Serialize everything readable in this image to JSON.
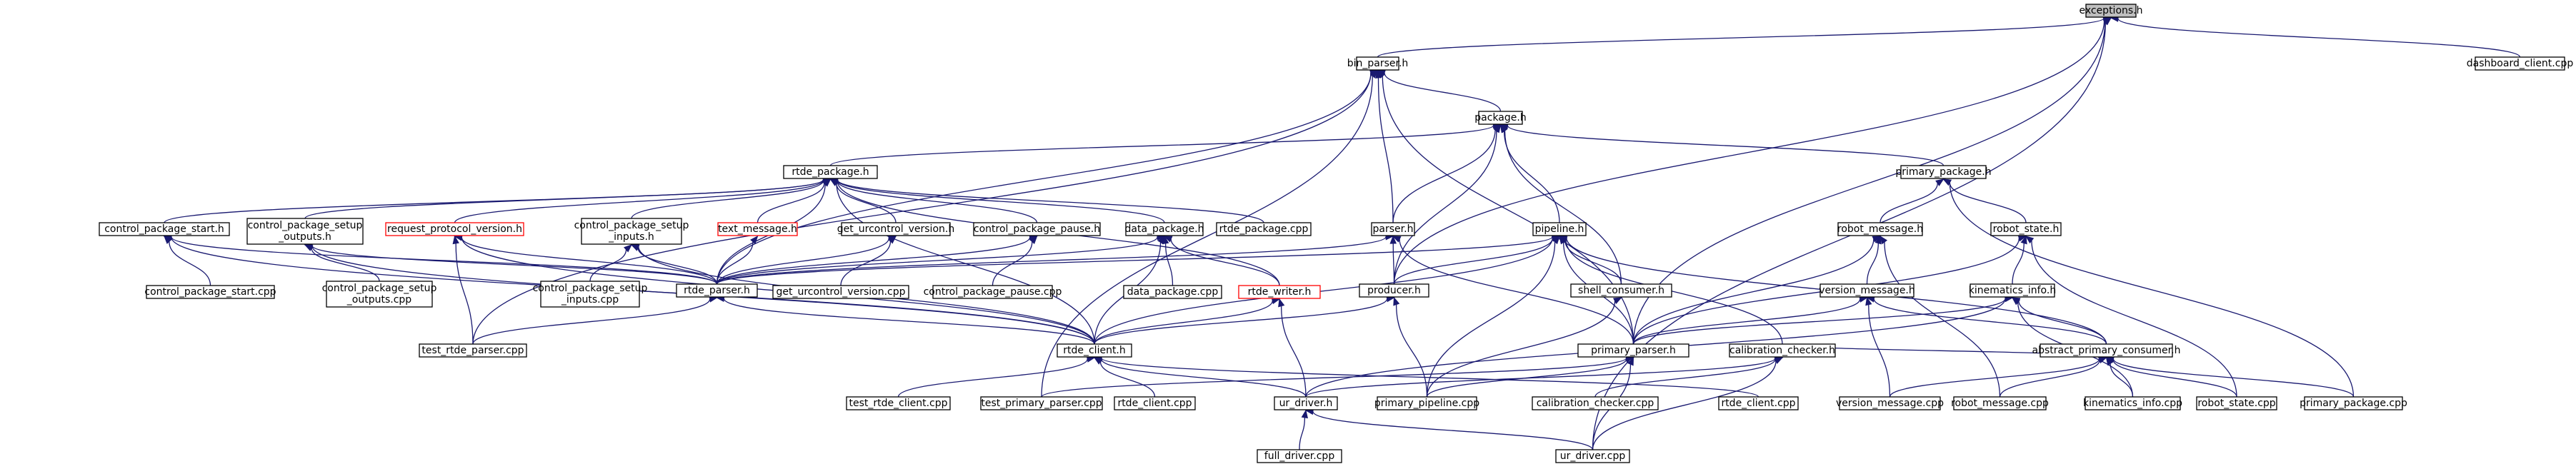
{
  "nodes": {
    "exceptions_h": {
      "lines": [
        "exceptions.h"
      ],
      "root": true
    },
    "bin_parser_h": {
      "lines": [
        "bin_parser.h"
      ]
    },
    "dashboard_client_cpp": {
      "lines": [
        "dashboard_client.cpp"
      ]
    },
    "package_h": {
      "lines": [
        "package.h"
      ]
    },
    "rtde_package_h": {
      "lines": [
        "rtde_package.h"
      ]
    },
    "primary_package_h": {
      "lines": [
        "primary_package.h"
      ]
    },
    "control_package_start_h": {
      "lines": [
        "control_package_start.h"
      ]
    },
    "control_package_setup_outputs_h": {
      "lines": [
        "control_package_setup",
        "_outputs.h"
      ]
    },
    "request_protocol_version_h": {
      "lines": [
        "request_protocol_version.h"
      ],
      "red": true
    },
    "control_package_setup_inputs_h": {
      "lines": [
        "control_package_setup",
        "_inputs.h"
      ]
    },
    "text_message_h": {
      "lines": [
        "text_message.h"
      ],
      "red": true
    },
    "get_urcontrol_version_h": {
      "lines": [
        "get_urcontrol_version.h"
      ]
    },
    "control_package_pause_h": {
      "lines": [
        "control_package_pause.h"
      ]
    },
    "data_package_h": {
      "lines": [
        "data_package.h"
      ]
    },
    "rtde_package_cpp": {
      "lines": [
        "rtde_package.cpp"
      ]
    },
    "parser_h": {
      "lines": [
        "parser.h"
      ]
    },
    "pipeline_h": {
      "lines": [
        "pipeline.h"
      ]
    },
    "robot_message_h": {
      "lines": [
        "robot_message.h"
      ]
    },
    "robot_state_h": {
      "lines": [
        "robot_state.h"
      ]
    },
    "control_package_start_cpp": {
      "lines": [
        "control_package_start.cpp"
      ]
    },
    "control_package_setup_outputs_cpp": {
      "lines": [
        "control_package_setup",
        "_outputs.cpp"
      ]
    },
    "control_package_setup_inputs_cpp": {
      "lines": [
        "control_package_setup",
        "_inputs.cpp"
      ]
    },
    "rtde_parser_h": {
      "lines": [
        "rtde_parser.h"
      ]
    },
    "get_urcontrol_version_cpp": {
      "lines": [
        "get_urcontrol_version.cpp"
      ]
    },
    "control_package_pause_cpp": {
      "lines": [
        "control_package_pause.cpp"
      ]
    },
    "data_package_cpp": {
      "lines": [
        "data_package.cpp"
      ]
    },
    "rtde_writer_h": {
      "lines": [
        "rtde_writer.h"
      ],
      "red": true
    },
    "producer_h": {
      "lines": [
        "producer.h"
      ]
    },
    "shell_consumer_h": {
      "lines": [
        "shell_consumer.h"
      ]
    },
    "version_message_h": {
      "lines": [
        "version_message.h"
      ]
    },
    "kinematics_info_h": {
      "lines": [
        "kinematics_info.h"
      ]
    },
    "test_rtde_parser_cpp": {
      "lines": [
        "test_rtde_parser.cpp"
      ]
    },
    "rtde_client_h": {
      "lines": [
        "rtde_client.h"
      ]
    },
    "primary_parser_h": {
      "lines": [
        "primary_parser.h"
      ]
    },
    "calibration_checker_h": {
      "lines": [
        "calibration_checker.h"
      ]
    },
    "abstract_primary_consumer_h": {
      "lines": [
        "abstract_primary_consumer.h"
      ]
    },
    "test_rtde_client_cpp": {
      "lines": [
        "test_rtde_client.cpp"
      ]
    },
    "test_primary_parser_cpp": {
      "lines": [
        "test_primary_parser.cpp"
      ]
    },
    "rtde_client_cpp_a": {
      "lines": [
        "rtde_client.cpp"
      ]
    },
    "ur_driver_h": {
      "lines": [
        "ur_driver.h"
      ]
    },
    "primary_pipeline_cpp": {
      "lines": [
        "primary_pipeline.cpp"
      ]
    },
    "calibration_checker_cpp": {
      "lines": [
        "calibration_checker.cpp"
      ]
    },
    "rtde_client_cpp_b": {
      "lines": [
        "rtde_client.cpp"
      ]
    },
    "version_message_cpp": {
      "lines": [
        "version_message.cpp"
      ]
    },
    "robot_message_cpp": {
      "lines": [
        "robot_message.cpp"
      ]
    },
    "kinematics_info_cpp": {
      "lines": [
        "kinematics_info.cpp"
      ]
    },
    "robot_state_cpp": {
      "lines": [
        "robot_state.cpp"
      ]
    },
    "primary_package_cpp": {
      "lines": [
        "primary_package.cpp"
      ]
    },
    "full_driver_cpp": {
      "lines": [
        "full_driver.cpp"
      ]
    },
    "ur_driver_cpp": {
      "lines": [
        "ur_driver.cpp"
      ]
    }
  },
  "edges": [
    [
      "bin_parser_h",
      "exceptions_h"
    ],
    [
      "dashboard_client_cpp",
      "exceptions_h"
    ],
    [
      "producer_h",
      "exceptions_h"
    ],
    [
      "primary_parser_h",
      "exceptions_h"
    ],
    [
      "ur_driver_cpp",
      "exceptions_h"
    ],
    [
      "package_h",
      "bin_parser_h"
    ],
    [
      "parser_h",
      "bin_parser_h"
    ],
    [
      "rtde_parser_h",
      "bin_parser_h"
    ],
    [
      "primary_parser_h",
      "bin_parser_h"
    ],
    [
      "test_rtde_parser_cpp",
      "bin_parser_h"
    ],
    [
      "test_primary_parser_cpp",
      "bin_parser_h"
    ],
    [
      "rtde_package_h",
      "package_h"
    ],
    [
      "primary_package_h",
      "package_h"
    ],
    [
      "parser_h",
      "package_h"
    ],
    [
      "pipeline_h",
      "package_h"
    ],
    [
      "producer_h",
      "package_h"
    ],
    [
      "shell_consumer_h",
      "package_h"
    ],
    [
      "control_package_start_h",
      "rtde_package_h"
    ],
    [
      "control_package_setup_outputs_h",
      "rtde_package_h"
    ],
    [
      "request_protocol_version_h",
      "rtde_package_h"
    ],
    [
      "control_package_setup_inputs_h",
      "rtde_package_h"
    ],
    [
      "text_message_h",
      "rtde_package_h"
    ],
    [
      "get_urcontrol_version_h",
      "rtde_package_h"
    ],
    [
      "control_package_pause_h",
      "rtde_package_h"
    ],
    [
      "data_package_h",
      "rtde_package_h"
    ],
    [
      "rtde_package_cpp",
      "rtde_package_h"
    ],
    [
      "rtde_parser_h",
      "rtde_package_h"
    ],
    [
      "rtde_writer_h",
      "rtde_package_h"
    ],
    [
      "rtde_client_h",
      "rtde_package_h"
    ],
    [
      "robot_message_h",
      "primary_package_h"
    ],
    [
      "robot_state_h",
      "primary_package_h"
    ],
    [
      "primary_package_cpp",
      "primary_package_h"
    ],
    [
      "control_package_start_cpp",
      "control_package_start_h"
    ],
    [
      "rtde_parser_h",
      "control_package_start_h"
    ],
    [
      "rtde_client_h",
      "control_package_start_h"
    ],
    [
      "control_package_setup_outputs_cpp",
      "control_package_setup_outputs_h"
    ],
    [
      "rtde_parser_h",
      "control_package_setup_outputs_h"
    ],
    [
      "rtde_client_h",
      "control_package_setup_outputs_h"
    ],
    [
      "rtde_parser_h",
      "request_protocol_version_h"
    ],
    [
      "rtde_client_h",
      "request_protocol_version_h"
    ],
    [
      "test_rtde_parser_cpp",
      "request_protocol_version_h"
    ],
    [
      "control_package_setup_inputs_cpp",
      "control_package_setup_inputs_h"
    ],
    [
      "rtde_parser_h",
      "control_package_setup_inputs_h"
    ],
    [
      "rtde_client_h",
      "control_package_setup_inputs_h"
    ],
    [
      "rtde_parser_h",
      "text_message_h"
    ],
    [
      "get_urcontrol_version_cpp",
      "get_urcontrol_version_h"
    ],
    [
      "rtde_parser_h",
      "get_urcontrol_version_h"
    ],
    [
      "control_package_pause_cpp",
      "control_package_pause_h"
    ],
    [
      "rtde_parser_h",
      "control_package_pause_h"
    ],
    [
      "data_package_cpp",
      "data_package_h"
    ],
    [
      "rtde_parser_h",
      "data_package_h"
    ],
    [
      "rtde_writer_h",
      "data_package_h"
    ],
    [
      "rtde_client_h",
      "data_package_h"
    ],
    [
      "rtde_parser_h",
      "parser_h"
    ],
    [
      "producer_h",
      "parser_h"
    ],
    [
      "primary_parser_h",
      "parser_h"
    ],
    [
      "rtde_parser_h",
      "pipeline_h"
    ],
    [
      "producer_h",
      "pipeline_h"
    ],
    [
      "shell_consumer_h",
      "pipeline_h"
    ],
    [
      "rtde_client_h",
      "pipeline_h"
    ],
    [
      "primary_parser_h",
      "pipeline_h"
    ],
    [
      "calibration_checker_h",
      "pipeline_h"
    ],
    [
      "abstract_primary_consumer_h",
      "pipeline_h"
    ],
    [
      "primary_pipeline_cpp",
      "pipeline_h"
    ],
    [
      "primary_parser_h",
      "robot_message_h"
    ],
    [
      "version_message_h",
      "robot_message_h"
    ],
    [
      "robot_message_cpp",
      "robot_message_h"
    ],
    [
      "primary_parser_h",
      "robot_state_h"
    ],
    [
      "kinematics_info_h",
      "robot_state_h"
    ],
    [
      "robot_state_cpp",
      "robot_state_h"
    ],
    [
      "test_rtde_parser_cpp",
      "rtde_parser_h"
    ],
    [
      "rtde_client_h",
      "rtde_parser_h"
    ],
    [
      "rtde_client_h",
      "rtde_writer_h"
    ],
    [
      "ur_driver_h",
      "rtde_writer_h"
    ],
    [
      "rtde_client_h",
      "producer_h"
    ],
    [
      "primary_pipeline_cpp",
      "producer_h"
    ],
    [
      "primary_pipeline_cpp",
      "shell_consumer_h"
    ],
    [
      "primary_parser_h",
      "version_message_h"
    ],
    [
      "abstract_primary_consumer_h",
      "version_message_h"
    ],
    [
      "version_message_cpp",
      "version_message_h"
    ],
    [
      "primary_parser_h",
      "kinematics_info_h"
    ],
    [
      "abstract_primary_consumer_h",
      "kinematics_info_h"
    ],
    [
      "ur_driver_h",
      "kinematics_info_h"
    ],
    [
      "kinematics_info_cpp",
      "kinematics_info_h"
    ],
    [
      "test_rtde_client_cpp",
      "rtde_client_h"
    ],
    [
      "rtde_client_cpp_a",
      "rtde_client_h"
    ],
    [
      "ur_driver_h",
      "rtde_client_h"
    ],
    [
      "rtde_client_cpp_b",
      "rtde_client_h"
    ],
    [
      "test_primary_parser_cpp",
      "primary_parser_h"
    ],
    [
      "primary_pipeline_cpp",
      "primary_parser_h"
    ],
    [
      "ur_driver_cpp",
      "primary_parser_h"
    ],
    [
      "ur_driver_h",
      "calibration_checker_h"
    ],
    [
      "calibration_checker_cpp",
      "calibration_checker_h"
    ],
    [
      "ur_driver_cpp",
      "calibration_checker_h"
    ],
    [
      "calibration_checker_h",
      "abstract_primary_consumer_h"
    ],
    [
      "version_message_cpp",
      "abstract_primary_consumer_h"
    ],
    [
      "robot_message_cpp",
      "abstract_primary_consumer_h"
    ],
    [
      "kinematics_info_cpp",
      "abstract_primary_consumer_h"
    ],
    [
      "robot_state_cpp",
      "abstract_primary_consumer_h"
    ],
    [
      "primary_package_cpp",
      "abstract_primary_consumer_h"
    ],
    [
      "full_driver_cpp",
      "ur_driver_h"
    ],
    [
      "ur_driver_cpp",
      "ur_driver_h"
    ]
  ]
}
